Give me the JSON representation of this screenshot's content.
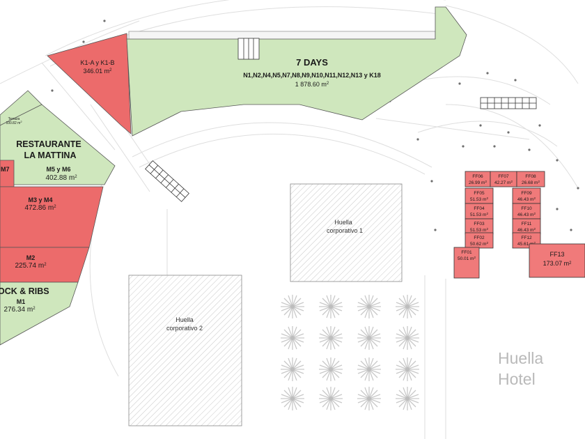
{
  "colors": {
    "green": "#cfe7bd",
    "red": "#ec6b6b",
    "red_unit": "#f07a7a",
    "outline": "#555555",
    "grid_line": "#dddddd",
    "hotel_text": "#b9b9b9"
  },
  "units": {
    "k1": {
      "name": "K1-A y K1-B",
      "area": "346.01"
    },
    "seven_days": {
      "name": "7 DAYS",
      "sub": "N1,N2,N4,N5,N7,N8,N9,N10,N11,N12,N13 y K18",
      "area": "1 878.60"
    },
    "terraza": {
      "name": "Terraza",
      "area": "100.82"
    },
    "restaurante": {
      "line1": "RESTAURANTE",
      "line2": "LA MATTINA"
    },
    "m7": {
      "name": "M7"
    },
    "m5m6": {
      "name": "M5 y M6",
      "area": "402.88"
    },
    "m3m4": {
      "name": "M3 y M4",
      "area": "472.86"
    },
    "m2": {
      "name": "M2",
      "area": "225.74"
    },
    "rock_ribs": {
      "name": "OCK & RIBS"
    },
    "m1": {
      "name": "M1",
      "area": "276.34"
    },
    "ff06": {
      "name": "FF06",
      "area": "26.99"
    },
    "ff07": {
      "name": "FF07",
      "area": "42.27"
    },
    "ff08": {
      "name": "FF08",
      "area": "26.68"
    },
    "ff05": {
      "name": "FF05",
      "area": "51.53"
    },
    "ff09": {
      "name": "FF09",
      "area": "46.43"
    },
    "ff04": {
      "name": "FF04",
      "area": "51.53"
    },
    "ff10": {
      "name": "FF10",
      "area": "46.43"
    },
    "ff03": {
      "name": "FF03",
      "area": "51.53"
    },
    "ff11": {
      "name": "FF11",
      "area": "46.43"
    },
    "ff02": {
      "name": "FF02",
      "area": "50.62"
    },
    "ff12": {
      "name": "FF12",
      "area": "45.61"
    },
    "ff01": {
      "name": "FF01",
      "area": "50.01"
    },
    "ff13": {
      "name": "FF13",
      "area": "173.07"
    }
  },
  "unit_suffix": "m",
  "unit_exp": "2",
  "huella1": {
    "line1": "Huella",
    "line2": "corporativo 1"
  },
  "huella2": {
    "line1": "Huella",
    "line2": "corporativo 2"
  },
  "hotel": {
    "line1": "Huella",
    "line2": "Hotel"
  }
}
